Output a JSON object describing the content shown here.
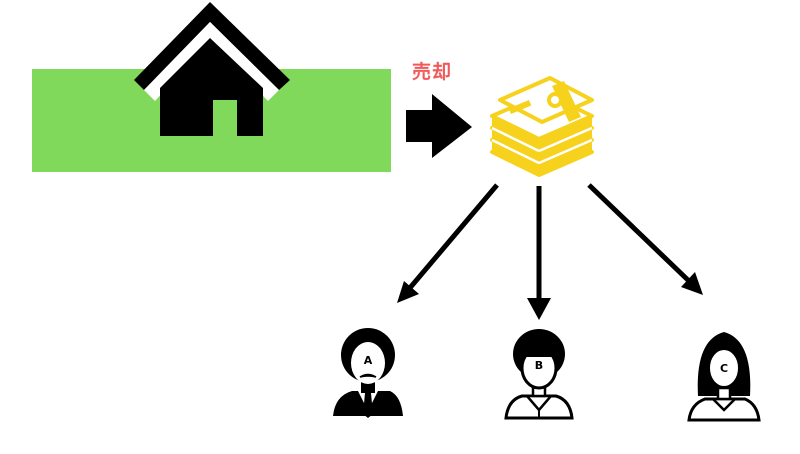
{
  "sale_label": "売却",
  "persons": [
    {
      "letter": "A",
      "type": "man-suit-icon"
    },
    {
      "letter": "B",
      "type": "boy-shirt-icon"
    },
    {
      "letter": "C",
      "type": "woman-long-hair-icon"
    }
  ],
  "colors": {
    "land": "#80d95a",
    "money": "#f6d21d",
    "sale_text": "#f05a5a",
    "ink": "#000000"
  },
  "icons": [
    "house-icon",
    "right-arrow-icon",
    "money-stack-icon",
    "down-arrow-icon"
  ]
}
